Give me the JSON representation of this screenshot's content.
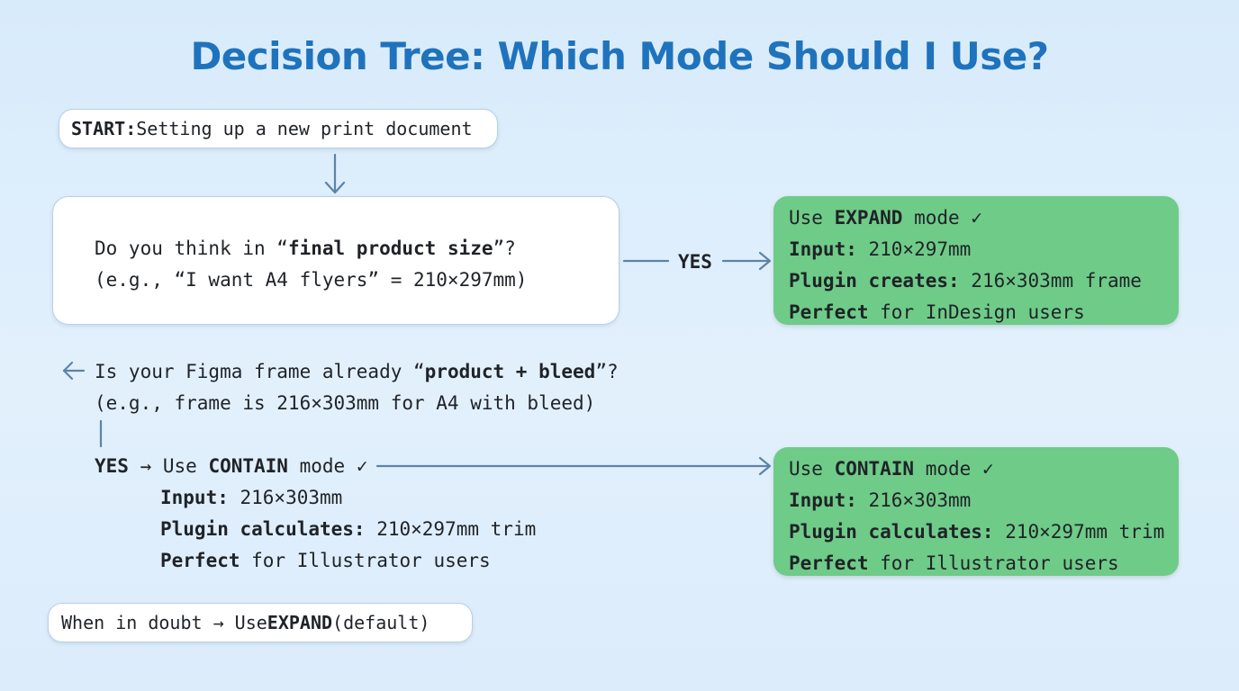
{
  "title": "Decision Tree: Which Mode Should I Use?",
  "start": {
    "label": "START:",
    "text": " Setting up a new print document"
  },
  "question1": {
    "pre": "Do you think in “",
    "bold": "final product size",
    "post": "”?",
    "line2": "(e.g., “I want A4 flyers” = 210×297mm)"
  },
  "yes_label": "YES",
  "expand_result": {
    "l1_pre": "Use ",
    "l1_bold": "EXPAND",
    "l1_post": " mode ✓",
    "l2_bold": "Input:",
    "l2_text": " 210×297mm",
    "l3_bold": "Plugin creates:",
    "l3_text": " 216×303mm frame",
    "l4_bold": "Perfect",
    "l4_text": " for InDesign users"
  },
  "question2": {
    "pre": "Is your Figma frame already “",
    "bold": "product + bleed",
    "post": "”?",
    "line2": "(e.g., frame is 216×303mm for A4 with bleed)"
  },
  "contain_branch": {
    "yes": "YES",
    "arrow": " → ",
    "l1_pre": "Use ",
    "l1_bold": "CONTAIN",
    "l1_post": " mode ✓",
    "l2_bold": "Input:",
    "l2_text": " 216×303mm",
    "l3_bold": "Plugin calculates:",
    "l3_text": " 210×297mm trim",
    "l4_bold": "Perfect",
    "l4_text": " for Illustrator users"
  },
  "contain_result": {
    "l1_pre": "Use ",
    "l1_bold": "CONTAIN",
    "l1_post": " mode ✓",
    "l2_bold": "Input:",
    "l2_text": " 216×303mm",
    "l3_bold": "Plugin calculates:",
    "l3_text": " 210×297mm trim",
    "l4_bold": "Perfect",
    "l4_text": " for Illustrator users"
  },
  "doubt": {
    "pre": "When in doubt → Use ",
    "bold": "EXPAND",
    "post": " (default)"
  },
  "colors": {
    "title": "#1f73bd",
    "connector": "#5b84a8",
    "result_bg": "#6fcb88",
    "box_border": "#b9cfe4"
  }
}
